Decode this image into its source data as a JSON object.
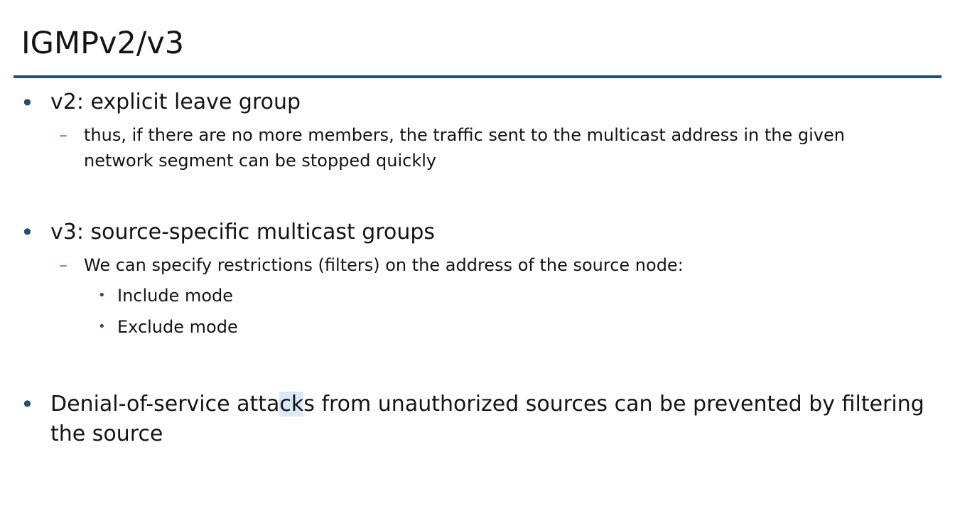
{
  "slide": {
    "title": "IGMPv2/v3",
    "bullet_symbol": "•",
    "dash_symbol": "–",
    "items": [
      {
        "text": "v2: explicit leave group",
        "sub": [
          {
            "text": "thus, if there are no more members, the traffic sent to the multicast address in the given network segment can be stopped quickly"
          }
        ]
      },
      {
        "text": "v3: source-specific multicast groups",
        "sub": [
          {
            "text": "We can specify restrictions (filters) on the address of the source node:",
            "sub": [
              {
                "text": "Include mode"
              },
              {
                "text": "Exclude mode"
              }
            ]
          }
        ]
      },
      {
        "text_before": "Denial-of-service atta",
        "text_highlight": "ck",
        "text_after": "s from unauthorized sources can be prevented by filtering the source"
      }
    ]
  },
  "colors": {
    "accent": "#1f4e79",
    "dash": "#c0504d",
    "text": "#141414"
  }
}
